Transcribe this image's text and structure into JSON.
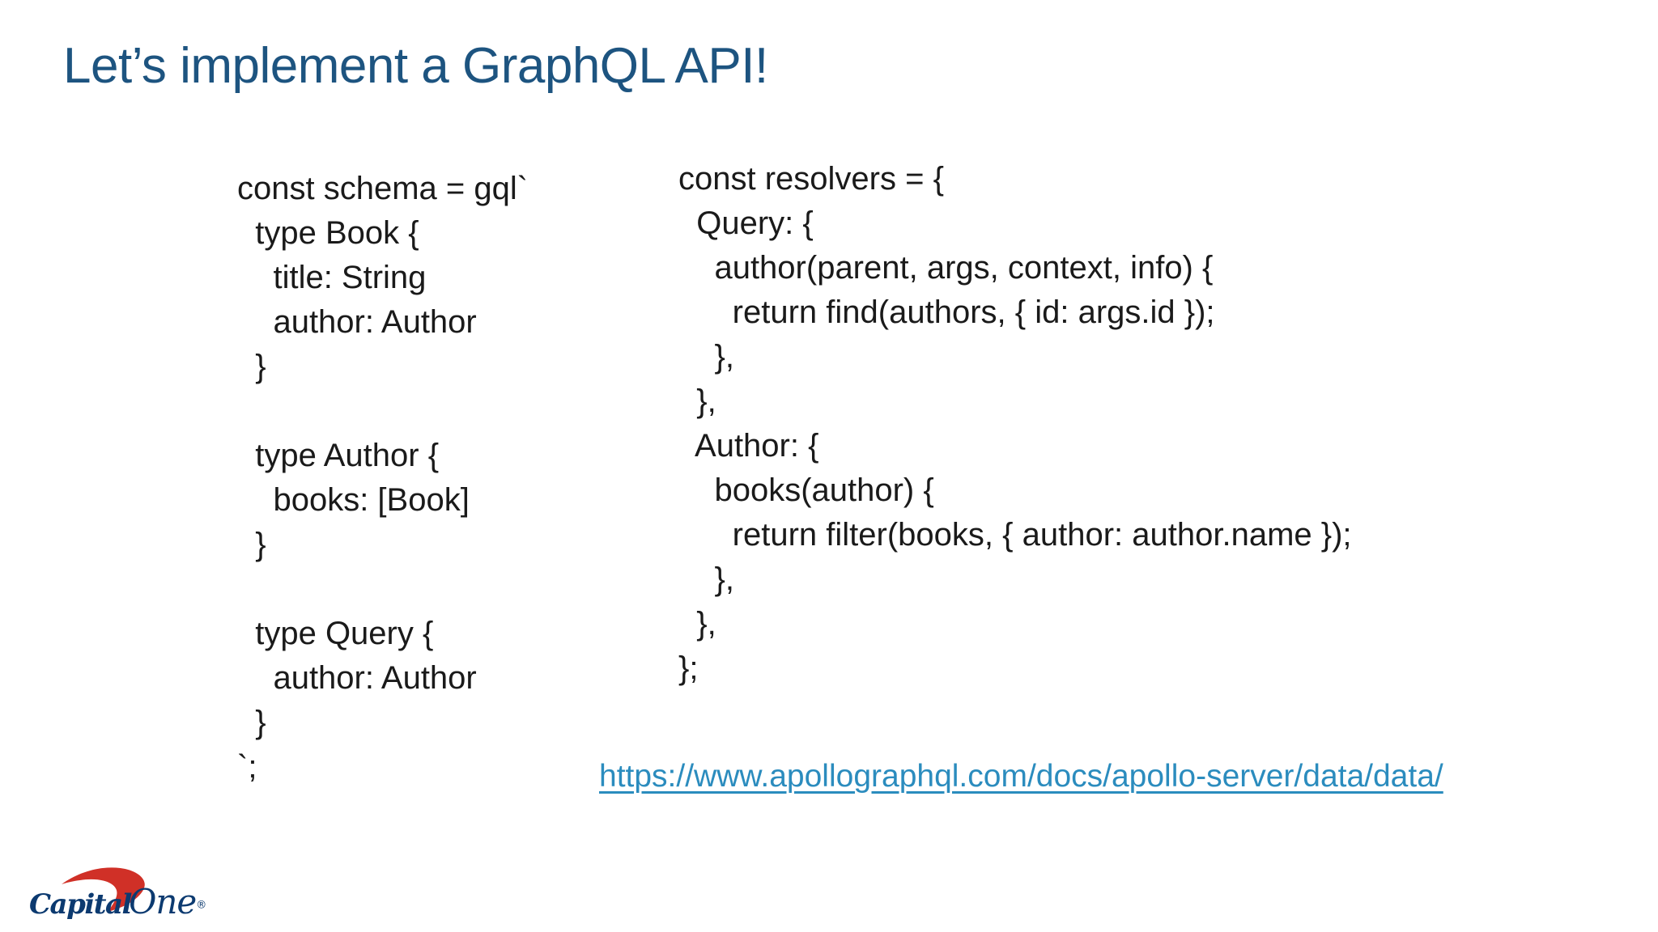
{
  "slide": {
    "title": "Let’s implement a GraphQL API!"
  },
  "code": {
    "schema_lines": [
      "const schema = gql`",
      "  type Book {",
      "    title: String",
      "    author: Author",
      "  }",
      "",
      "  type Author {",
      "    books: [Book]",
      "  }",
      "",
      "  type Query {",
      "    author: Author",
      "  }",
      "`;"
    ],
    "resolvers_lines": [
      "const resolvers = {",
      "  Query: {",
      "    author(parent, args, context, info) {",
      "      return find(authors, { id: args.id });",
      "    },",
      "  },",
      "  Author: {",
      "    books(author) {",
      "      return filter(books, { author: author.name });",
      "    },",
      "  },",
      "};"
    ]
  },
  "link": {
    "text": "https://www.apollographql.com/docs/apollo-server/data/data/",
    "href": "https://www.apollographql.com/docs/apollo-server/data/data/"
  },
  "logo": {
    "capital": "Capital",
    "one": "One",
    "registered": "®"
  },
  "colors": {
    "background": "#ffffff",
    "title": "#1d5480",
    "code_text": "#1a1a1a",
    "link": "#2b8cbe",
    "logo_navy": "#0c3a70",
    "logo_red": "#d03027"
  }
}
